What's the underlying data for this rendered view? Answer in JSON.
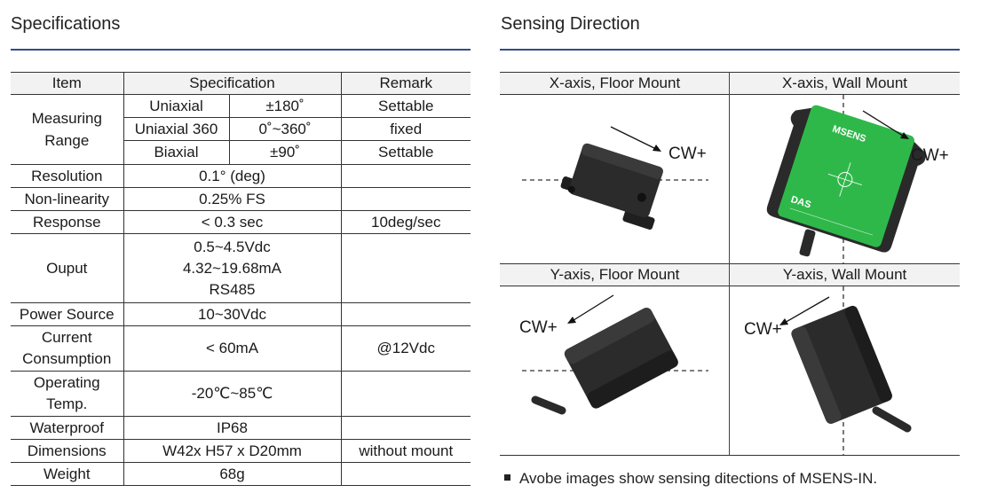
{
  "left": {
    "title": "Specifications",
    "table": {
      "headers": [
        "Item",
        "Specification",
        "Remark"
      ],
      "measuring_range_label": "Measuring Range",
      "measuring_range": [
        {
          "mode": "Uniaxial",
          "value": "±180˚",
          "remark": "Settable"
        },
        {
          "mode": "Uniaxial 360",
          "value": "0˚~360˚",
          "remark": "fixed"
        },
        {
          "mode": "Biaxial",
          "value": "±90˚",
          "remark": "Settable"
        }
      ],
      "rows": [
        {
          "item": "Resolution",
          "spec": "0.1° (deg)",
          "remark": ""
        },
        {
          "item": "Non-linearity",
          "spec": "0.25% FS",
          "remark": ""
        },
        {
          "item": "Response",
          "spec": "< 0.3 sec",
          "remark": "10deg/sec"
        }
      ],
      "output": {
        "item": "Ouput",
        "spec_lines": [
          "0.5~4.5Vdc",
          "4.32~19.68mA",
          "RS485"
        ],
        "remark": ""
      },
      "rows2": [
        {
          "item": "Power Source",
          "spec": "10~30Vdc",
          "remark": ""
        }
      ],
      "current": {
        "item_lines": [
          "Current",
          "Consumption"
        ],
        "spec": "< 60mA",
        "remark": "@12Vdc"
      },
      "operating": {
        "item_lines": [
          "Operating",
          "Temp."
        ],
        "spec": "-20℃~85℃",
        "remark": ""
      },
      "rows3": [
        {
          "item": "Waterproof",
          "spec": "IP68",
          "remark": ""
        },
        {
          "item": "Dimensions",
          "spec": "W42x H57 x D20mm",
          "remark": "without mount"
        },
        {
          "item": "Weight",
          "spec": "68g",
          "remark": ""
        }
      ]
    }
  },
  "right": {
    "title": "Sensing Direction",
    "panels": [
      {
        "label": "X-axis, Floor Mount",
        "cw": "CW+"
      },
      {
        "label": "X-axis, Wall Mount",
        "cw": "CW+"
      },
      {
        "label": "Y-axis, Floor Mount",
        "cw": "CW+"
      },
      {
        "label": "Y-axis, Wall Mount",
        "cw": "CW+"
      }
    ],
    "device_brand": "MSENS",
    "device_logo": "DAS",
    "note": "Avobe images show sensing ditections of MSENS-IN."
  },
  "colors": {
    "rule": "#2d4f86",
    "header_bg": "#f2f2f2",
    "device_green": "#2fb84a",
    "device_black": "#2a2a2a"
  }
}
